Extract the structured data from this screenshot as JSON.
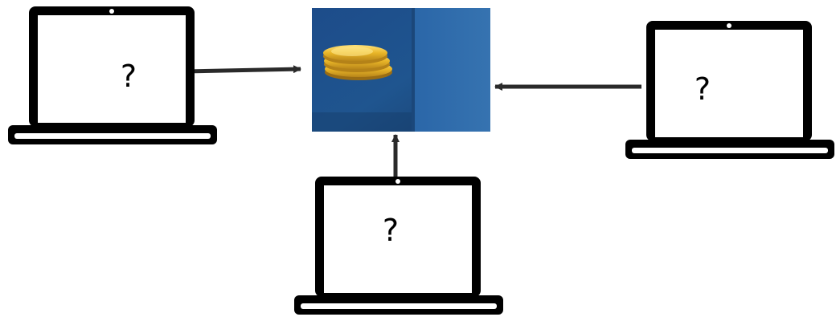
{
  "colors": {
    "device_outline": "#000000",
    "arrow": "#2a2a2a",
    "box_blue": "#1e4f8f",
    "box_blue_light": "#2a64a8",
    "coin_gold": "#e8b923"
  },
  "icons": {
    "device": "laptop-icon",
    "placeholder_glyph": "missing-glyph-icon",
    "center_image": "coins-on-blue-box-image"
  },
  "laptops": [
    {
      "id": "left",
      "glyph": "?"
    },
    {
      "id": "right",
      "glyph": "?"
    },
    {
      "id": "bottom",
      "glyph": "?"
    }
  ]
}
